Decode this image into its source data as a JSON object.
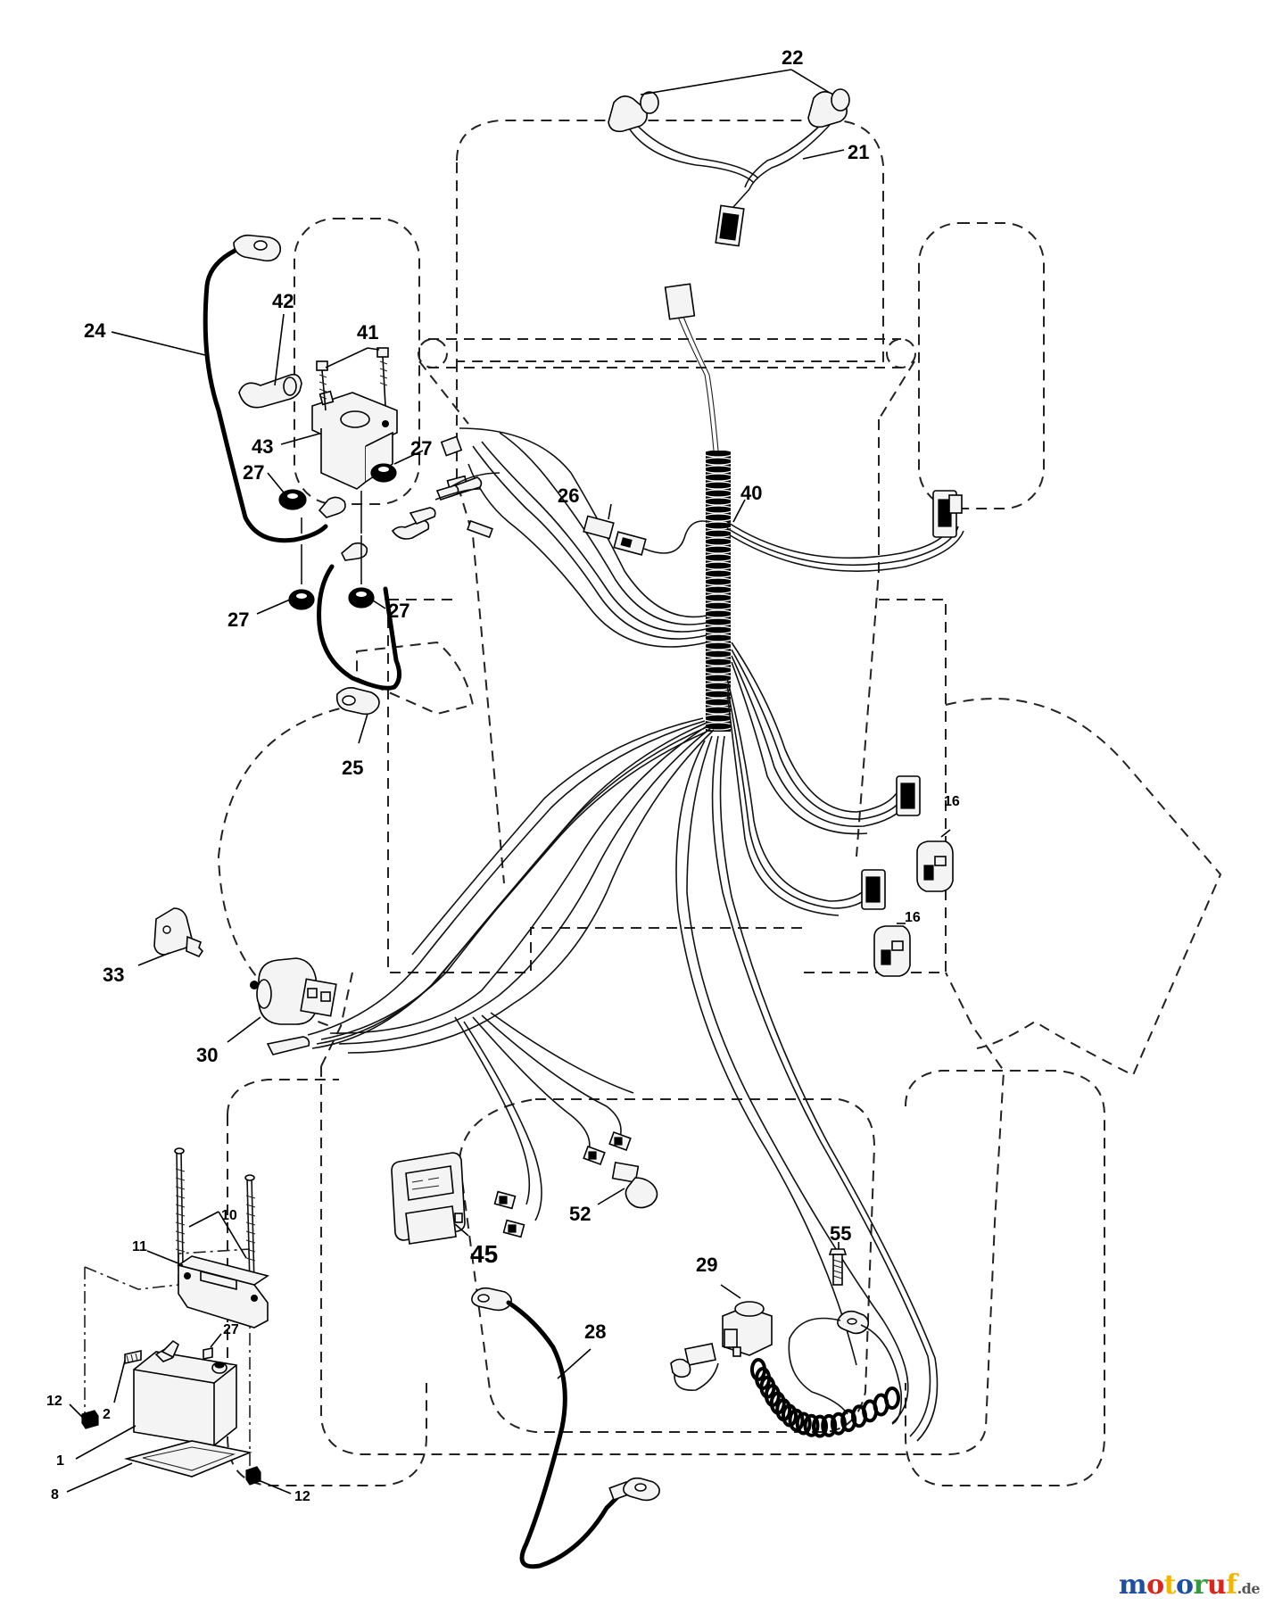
{
  "callouts": [
    {
      "id": "c22",
      "text": "22"
    },
    {
      "id": "c21",
      "text": "21"
    },
    {
      "id": "c24",
      "text": "24"
    },
    {
      "id": "c42",
      "text": "42"
    },
    {
      "id": "c41",
      "text": "41"
    },
    {
      "id": "c43",
      "text": "43"
    },
    {
      "id": "c27a",
      "text": "27"
    },
    {
      "id": "c27b",
      "text": "27"
    },
    {
      "id": "c27c",
      "text": "27"
    },
    {
      "id": "c27d",
      "text": "27"
    },
    {
      "id": "c26",
      "text": "26"
    },
    {
      "id": "c40",
      "text": "40"
    },
    {
      "id": "c25",
      "text": "25"
    },
    {
      "id": "c16a",
      "text": "16"
    },
    {
      "id": "c16b",
      "text": "16"
    },
    {
      "id": "c33",
      "text": "33"
    },
    {
      "id": "c30",
      "text": "30"
    },
    {
      "id": "c10",
      "text": "10"
    },
    {
      "id": "c11",
      "text": "11"
    },
    {
      "id": "c52",
      "text": "52"
    },
    {
      "id": "c45",
      "text": "45"
    },
    {
      "id": "c29",
      "text": "29"
    },
    {
      "id": "c55",
      "text": "55"
    },
    {
      "id": "c28",
      "text": "28"
    },
    {
      "id": "c27e",
      "text": "27"
    },
    {
      "id": "c12a",
      "text": "12"
    },
    {
      "id": "c2",
      "text": "2"
    },
    {
      "id": "c1",
      "text": "1"
    },
    {
      "id": "c8",
      "text": "8"
    },
    {
      "id": "c12b",
      "text": "12"
    }
  ],
  "watermark": {
    "logo_text": "motoruf",
    "tld": ".de",
    "colors": [
      "#1d4fa3",
      "#d9251c",
      "#f2b600",
      "#1d4fa3",
      "#2e9e3a",
      "#d9251c",
      "#f2b600"
    ]
  }
}
